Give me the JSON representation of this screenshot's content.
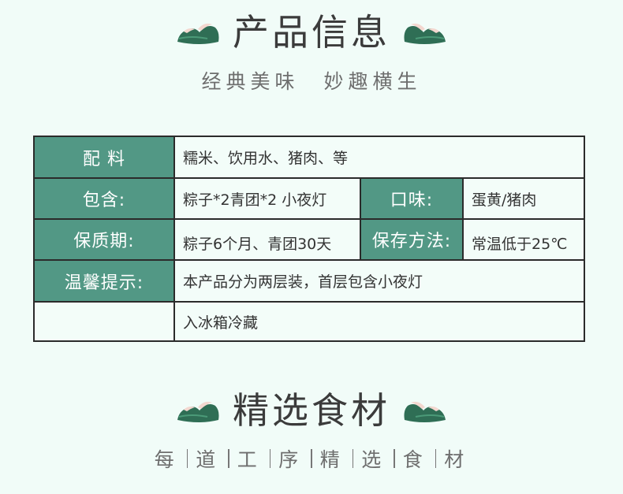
{
  "section1": {
    "title": "产品信息",
    "subtitle": "经典美味　妙趣横生"
  },
  "table": {
    "ingredients_label": "配 料",
    "ingredients_value": "糯米、饮用水、猪肉、等",
    "contains_label": "包含:",
    "contains_value": "粽子*2青团*2 小夜灯",
    "flavor_label": "口味:",
    "flavor_value": "蛋黄/猪肉",
    "shelf_life_label": "保质期:",
    "shelf_life_value": "粽子6个月、青团30天",
    "storage_label": "保存方法:",
    "storage_value": "常温低于25℃",
    "tips_label": "温馨提示:",
    "tips_value": "本产品分为两层装，首层包含小夜灯",
    "tips_value_2": "入冰箱冷藏"
  },
  "section2": {
    "title": "精选食材",
    "subtitle_chars": [
      "每",
      "道",
      "工",
      "序",
      "精",
      "选",
      "食",
      "材"
    ]
  },
  "colors": {
    "accent_green": "#529885",
    "background": "#f1fcf8",
    "title_text": "#3b3b3b"
  }
}
